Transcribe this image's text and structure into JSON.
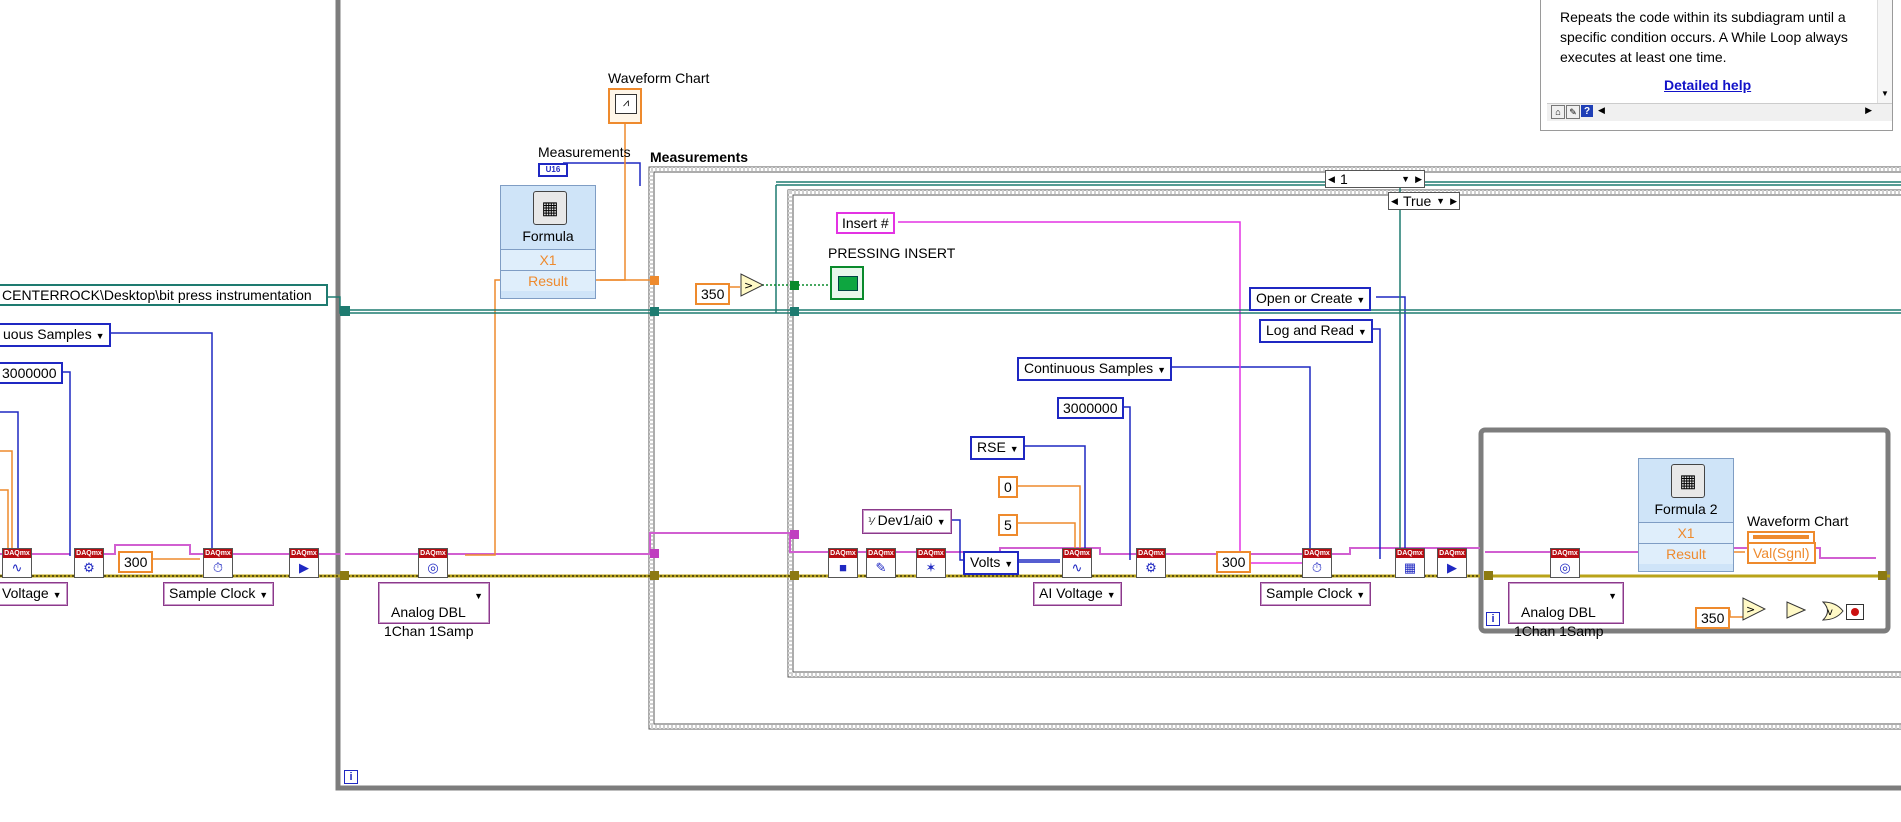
{
  "help": {
    "text": "Repeats the code within its subdiagram until a specific condition occurs. A While Loop always executes at least one time.",
    "link": "Detailed help"
  },
  "labels": {
    "waveform_chart_top": "Waveform Chart",
    "measurements_ctrl": "Measurements",
    "measurements_frame": "Measurements",
    "pressing_insert": "PRESSING INSERT",
    "waveform_chart_inner": "Waveform Chart",
    "formula": "Formula",
    "formula2": "Formula 2",
    "loop_iter_outer": "i",
    "loop_iter_inner": "i"
  },
  "formula1": {
    "x1": "X1",
    "result": "Result"
  },
  "formula2": {
    "x1": "X1",
    "result": "Result"
  },
  "constants": {
    "path": "CENTERROCK\\Desktop\\bit press instrumentation",
    "cont_samples_left": "uous Samples",
    "n3000000_left": "3000000",
    "n300_left": "300",
    "n350_a": "350",
    "insert": "Insert #",
    "open_or_create": "Open or Create",
    "log_and_read": "Log and Read",
    "cont_samples": "Continuous Samples",
    "n3000000": "3000000",
    "rse": "RSE",
    "n0": "0",
    "n5": "5",
    "channel": "Dev1/ai0",
    "volts": "Volts",
    "n300": "300",
    "n350_b": "350",
    "u16": "U16",
    "val_sgnl": "Val(Sgnl)"
  },
  "selectors": {
    "case1": "1",
    "case_true": "True"
  },
  "polys": {
    "voltage_left": "Voltage",
    "sample_clock_left": "Sample Clock",
    "analog_dbl_1": "Analog DBL\n1Chan 1Samp",
    "ai_voltage": "AI Voltage",
    "sample_clock": "Sample Clock",
    "analog_dbl_2": "Analog DBL\n1Chan 1Samp"
  },
  "daq_text": "DAQmx",
  "colors": {
    "wire_pink": "#d15fd1",
    "wire_blue": "#1f28c2",
    "wire_orange": "#ee8a2d",
    "wire_teal": "#1e7b70",
    "wire_yellow": "#b9a31a",
    "frame_gray": "#7d7d7d"
  }
}
